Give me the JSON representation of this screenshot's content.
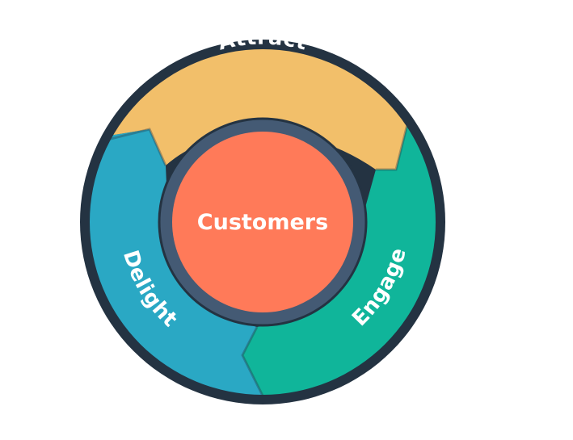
{
  "diagram": {
    "center": {
      "label": "Customers",
      "color": "#FF7A59"
    },
    "ring_color": "#445A74",
    "outline_color": "#243342",
    "segments": [
      {
        "label": "Attract",
        "color": "#F2BF6A"
      },
      {
        "label": "Engage",
        "color": "#10B59A"
      },
      {
        "label": "Delight",
        "color": "#2AA8C4"
      }
    ]
  }
}
